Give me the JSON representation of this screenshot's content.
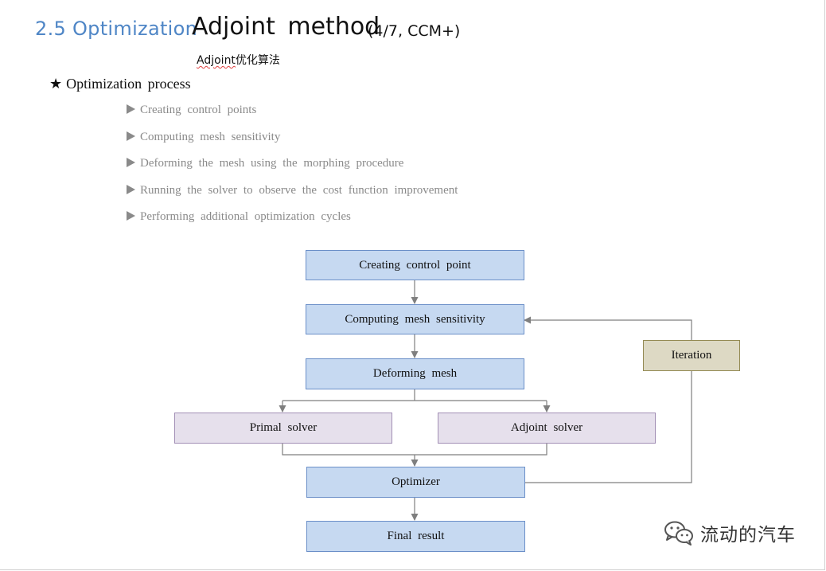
{
  "header": {
    "section": "2.5 Optimization",
    "title": "Adjoint method",
    "subtitle": "(4/7, CCM+)",
    "chinese_subtitle_latin": "Adjoint",
    "chinese_subtitle_cn": "优化算法"
  },
  "heading": {
    "star": "★",
    "text": "Optimization process"
  },
  "bullets": [
    "Creating control points",
    "Computing mesh sensitivity",
    "Deforming the mesh using the morphing procedure",
    "Running the solver to observe the cost function improvement",
    "Performing additional optimization cycles"
  ],
  "flowchart": {
    "create": "Creating control point",
    "sensitivity": "Computing mesh sensitivity",
    "deform": "Deforming mesh",
    "primal": "Primal solver",
    "adjoint": "Adjoint solver",
    "optimizer": "Optimizer",
    "final": "Final result",
    "iteration": "Iteration"
  },
  "colors": {
    "section_title": "#4f86c6",
    "blue_fill": "#c6d9f1",
    "blue_border": "#6b8fc8",
    "lavender_fill": "#e6e0ec",
    "tan_fill": "#ddd9c4",
    "connector": "#7f7f7f"
  },
  "watermark": {
    "icon": "wechat-icon",
    "text": "流动的汽车"
  }
}
